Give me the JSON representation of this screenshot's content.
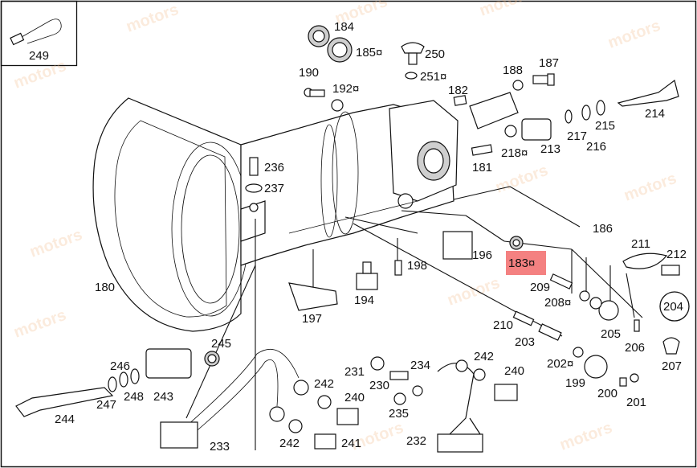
{
  "diagram": {
    "highlight_color": "#f26b6b",
    "highlighted_part": "183¤",
    "labels": [
      {
        "id": "180",
        "text": "180"
      },
      {
        "id": "181",
        "text": "181"
      },
      {
        "id": "182",
        "text": "182"
      },
      {
        "id": "183",
        "text": "183¤"
      },
      {
        "id": "184",
        "text": "184"
      },
      {
        "id": "185",
        "text": "185¤"
      },
      {
        "id": "186",
        "text": "186"
      },
      {
        "id": "187",
        "text": "187"
      },
      {
        "id": "188",
        "text": "188"
      },
      {
        "id": "190",
        "text": "190"
      },
      {
        "id": "192",
        "text": "192¤"
      },
      {
        "id": "194",
        "text": "194"
      },
      {
        "id": "196",
        "text": "196"
      },
      {
        "id": "197",
        "text": "197"
      },
      {
        "id": "198",
        "text": "198"
      },
      {
        "id": "199",
        "text": "199"
      },
      {
        "id": "200",
        "text": "200"
      },
      {
        "id": "201",
        "text": "201"
      },
      {
        "id": "202",
        "text": "202¤"
      },
      {
        "id": "203",
        "text": "203"
      },
      {
        "id": "205",
        "text": "205"
      },
      {
        "id": "206",
        "text": "206"
      },
      {
        "id": "207",
        "text": "207"
      },
      {
        "id": "208",
        "text": "208¤"
      },
      {
        "id": "209",
        "text": "209"
      },
      {
        "id": "210",
        "text": "210"
      },
      {
        "id": "211",
        "text": "211"
      },
      {
        "id": "212",
        "text": "212"
      },
      {
        "id": "213",
        "text": "213"
      },
      {
        "id": "214",
        "text": "214"
      },
      {
        "id": "215",
        "text": "215"
      },
      {
        "id": "216",
        "text": "216"
      },
      {
        "id": "217",
        "text": "217"
      },
      {
        "id": "218",
        "text": "218¤"
      },
      {
        "id": "230",
        "text": "230"
      },
      {
        "id": "231",
        "text": "231"
      },
      {
        "id": "232",
        "text": "232"
      },
      {
        "id": "233",
        "text": "233"
      },
      {
        "id": "234",
        "text": "234"
      },
      {
        "id": "235",
        "text": "235"
      },
      {
        "id": "236",
        "text": "236"
      },
      {
        "id": "237",
        "text": "237"
      },
      {
        "id": "240a",
        "text": "240"
      },
      {
        "id": "240b",
        "text": "240"
      },
      {
        "id": "241",
        "text": "241"
      },
      {
        "id": "242a",
        "text": "242"
      },
      {
        "id": "242b",
        "text": "242"
      },
      {
        "id": "242c",
        "text": "242"
      },
      {
        "id": "243",
        "text": "243"
      },
      {
        "id": "244",
        "text": "244"
      },
      {
        "id": "245",
        "text": "245"
      },
      {
        "id": "246",
        "text": "246"
      },
      {
        "id": "247",
        "text": "247"
      },
      {
        "id": "248",
        "text": "248"
      },
      {
        "id": "249",
        "text": "249"
      },
      {
        "id": "250",
        "text": "250"
      },
      {
        "id": "251",
        "text": "251¤"
      },
      {
        "id": "204",
        "text": "204"
      }
    ]
  }
}
